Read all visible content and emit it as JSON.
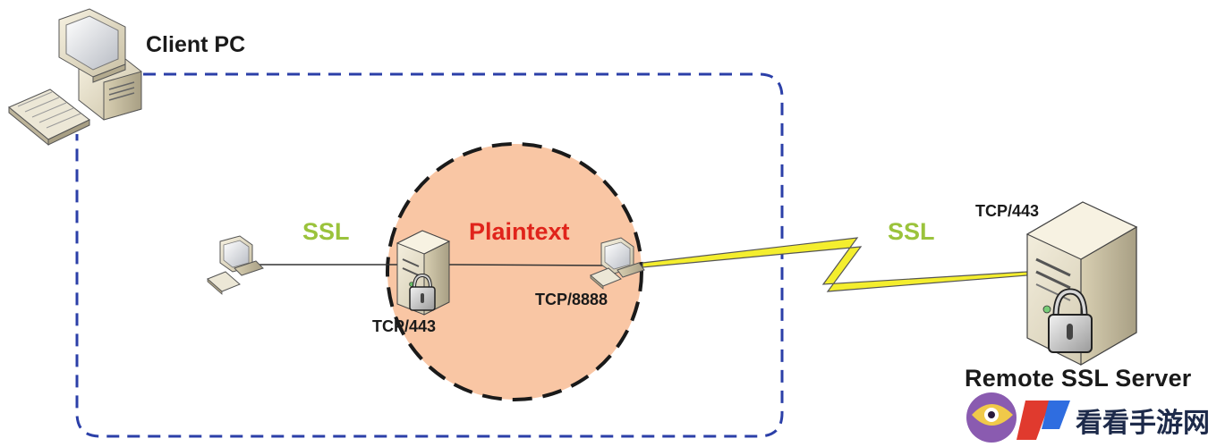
{
  "labels": {
    "client_pc": "Client PC",
    "ssl_left": "SSL",
    "plaintext": "Plaintext",
    "ssl_right": "SSL",
    "tcp_443_local": "TCP/443",
    "tcp_8888": "TCP/8888",
    "tcp_443_remote": "TCP/443",
    "remote_server": "Remote SSL Server"
  },
  "watermark": {
    "text": "看看手游网"
  },
  "colors": {
    "ssl_label": "#9bc33c",
    "plaintext_label": "#e0241b",
    "boundary_dash": "#2b3fa8",
    "plaintext_zone": "#f9c6a4",
    "lightning": "#f4ee2e"
  },
  "icons": {
    "client_pc": "desktop-computer-icon",
    "browser": "small-computer-icon",
    "local_proxy": "server-lock-icon",
    "proxy_client": "small-computer-icon",
    "remote_server": "server-lock-icon",
    "link": "lightning-bolt-icon"
  }
}
